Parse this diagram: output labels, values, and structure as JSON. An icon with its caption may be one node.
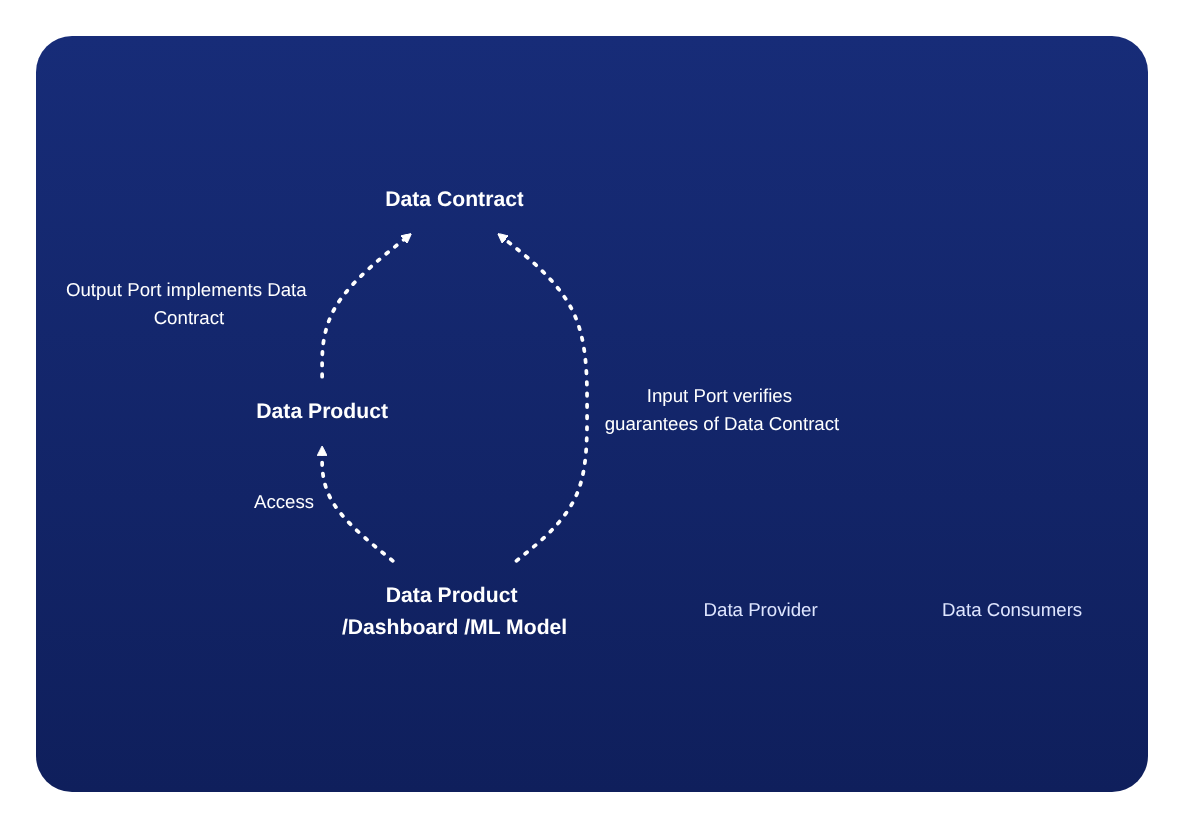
{
  "diagram": {
    "nodes": [
      {
        "text": [
          "Data Contract"
        ]
      },
      {
        "text": [
          "Data Product"
        ]
      },
      {
        "text": [
          "Data Product /Dashboard /ML Model"
        ]
      },
      {
        "text": [
          "Data Provider"
        ]
      },
      {
        "text": [
          "Data Consumers"
        ]
      }
    ],
    "edges": [
      {
        "from": 1,
        "to": 0,
        "arrow": "to",
        "style": "dashed",
        "label": "Output Port implements Data Contract"
      },
      {
        "from": 2,
        "to": 0,
        "arrow": "to",
        "style": "dashed",
        "label": "Input Port verifies guarantees of Data Contract"
      },
      {
        "from": 2,
        "to": 1,
        "arrow": "to",
        "style": "dashed",
        "label": "Access"
      }
    ]
  }
}
